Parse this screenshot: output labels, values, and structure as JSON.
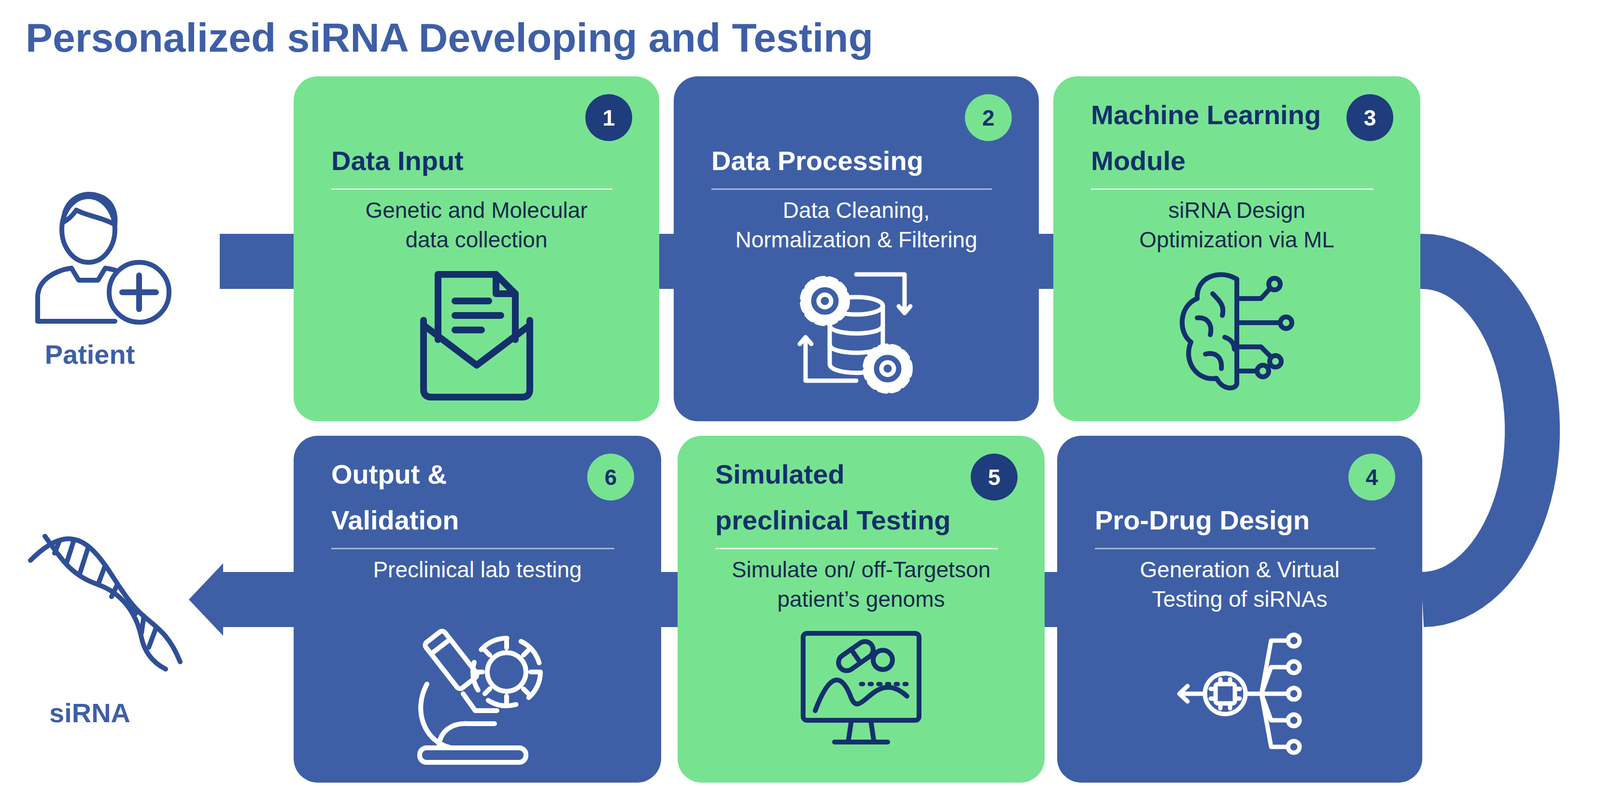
{
  "diagram": {
    "title": "Personalized siRNA Developing and Testing",
    "nodes": [
      {
        "text": [
          "Data Input",
          "Genetic and Molecular data collection"
        ]
      },
      {
        "text": [
          "Data Processing",
          "Data Cleaning, Normalization & Filtering"
        ]
      },
      {
        "text": [
          "Machine Learning Module",
          "siRNA Design Optimization via ML"
        ]
      },
      {
        "text": [
          "Pro-Drug Design",
          "Generation & Virtual Testing of siRNAs"
        ]
      },
      {
        "text": [
          "Simulated preclinical Testing",
          "Simulate on/ off-Targetson patient’s genoms"
        ]
      },
      {
        "text": [
          "Output & Validation",
          "Preclinical lab testing"
        ]
      }
    ],
    "edges": [
      {
        "from": 0,
        "to": 1,
        "arrow": "none"
      },
      {
        "from": 1,
        "to": 2,
        "arrow": "none"
      },
      {
        "from": 2,
        "to": 3,
        "arrow": "none"
      },
      {
        "from": 3,
        "to": 4,
        "arrow": "none"
      },
      {
        "from": 4,
        "to": 5,
        "arrow": "none"
      }
    ],
    "labels": [
      "1",
      "2",
      "3",
      "4",
      "5",
      "6",
      "Patient",
      "siRNA"
    ]
  }
}
